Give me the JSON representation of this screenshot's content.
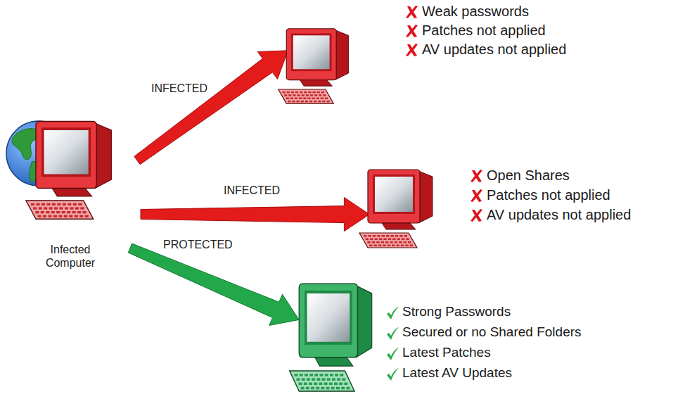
{
  "diagram": {
    "nodes": [
      {
        "text": [
          "Infected Computer"
        ]
      },
      {
        "text": [
          "Weak passwords",
          "Patches not applied",
          "AV updates not applied"
        ]
      },
      {
        "text": [
          "Open Shares",
          "Patches not applied",
          "AV updates not applied"
        ]
      },
      {
        "text": [
          "Strong Passwords",
          "Secured or no Shared Folders",
          "Latest Patches",
          "Latest AV Updates"
        ]
      }
    ],
    "edges": [
      {
        "from": 0,
        "to": 1,
        "arrow": "to",
        "label": "INFECTED"
      },
      {
        "from": 0,
        "to": 2,
        "arrow": "to",
        "label": "INFECTED"
      },
      {
        "from": 0,
        "to": 3,
        "arrow": "to",
        "label": "PROTECTED"
      }
    ]
  }
}
